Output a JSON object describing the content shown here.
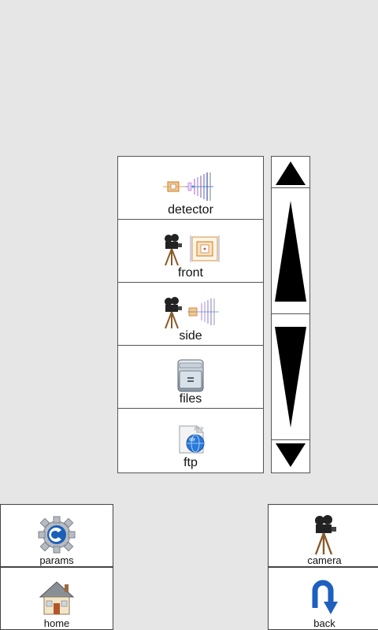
{
  "menu": {
    "items": [
      {
        "label": "detector",
        "icon": "detector-icon"
      },
      {
        "label": "front",
        "icon": "camera-front-icon"
      },
      {
        "label": "side",
        "icon": "camera-side-icon"
      },
      {
        "label": "files",
        "icon": "file-cabinet-icon"
      },
      {
        "label": "ftp",
        "icon": "ftp-globe-icon"
      }
    ]
  },
  "scrollbar": {
    "up_icon": "arrow-up-icon",
    "down_icon": "arrow-down-icon"
  },
  "buttons": {
    "params": {
      "label": "params",
      "icon": "gear-icon"
    },
    "camera": {
      "label": "camera",
      "icon": "camera-icon"
    },
    "home": {
      "label": "home",
      "icon": "house-icon"
    },
    "back": {
      "label": "back",
      "icon": "back-arrow-icon"
    }
  },
  "colors": {
    "background": "#e6e6e6",
    "panel": "#ffffff",
    "border": "#555555",
    "accent_blue": "#1e5fbf"
  }
}
